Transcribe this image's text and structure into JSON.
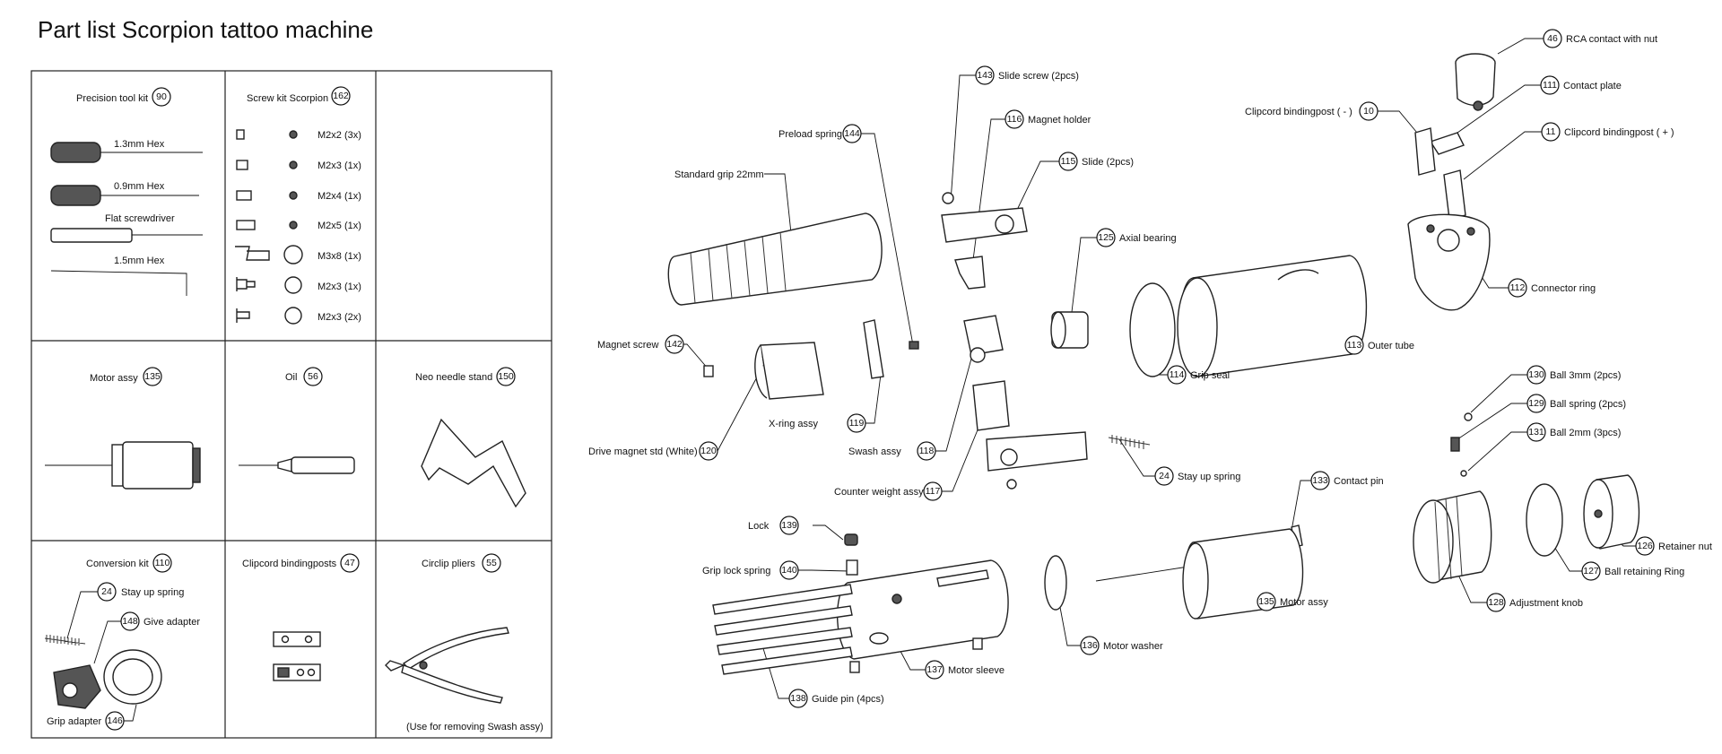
{
  "title": "Part list Scorpion tattoo machine",
  "kit_panels": {
    "precision_tool_kit": {
      "label": "Precision tool kit",
      "num": "90",
      "items": [
        "1.3mm Hex",
        "0.9mm Hex",
        "Flat screwdriver",
        "1.5mm Hex"
      ]
    },
    "screw_kit": {
      "label": "Screw kit Scorpion",
      "num": "162",
      "items": [
        "M2x2 (3x)",
        "M2x3 (1x)",
        "M2x4 (1x)",
        "M2x5 (1x)",
        "M3x8 (1x)",
        "M2x3 (1x)",
        "M2x3 (2x)"
      ]
    },
    "motor_assy": {
      "label": "Motor assy",
      "num": "135"
    },
    "oil": {
      "label": "Oil",
      "num": "56"
    },
    "neo_needle_stand": {
      "label": "Neo needle stand",
      "num": "150"
    },
    "conversion_kit": {
      "label": "Conversion kit",
      "num": "110",
      "items": [
        {
          "num": "24",
          "label": "Stay up spring"
        },
        {
          "num": "148",
          "label": "Give adapter"
        },
        {
          "num": "146",
          "label": "Grip adapter"
        }
      ]
    },
    "clipcord_bindingposts": {
      "label": "Clipcord bindingposts",
      "num": "47"
    },
    "circlip_pliers": {
      "label": "Circlip pliers",
      "num": "55",
      "note": "(Use for removing Swash assy)"
    }
  },
  "callouts": [
    {
      "id": "c143",
      "num": "143",
      "label": "Slide screw (2pcs)"
    },
    {
      "id": "c116",
      "num": "116",
      "label": "Magnet holder"
    },
    {
      "id": "c144",
      "num": "144",
      "label": "Preload spring"
    },
    {
      "id": "c115",
      "num": "115",
      "label": "Slide (2pcs)"
    },
    {
      "id": "cgrip",
      "num": "",
      "label": "Standard grip 22mm"
    },
    {
      "id": "c125",
      "num": "125",
      "label": "Axial bearing"
    },
    {
      "id": "c142",
      "num": "142",
      "label": "Magnet screw"
    },
    {
      "id": "c114",
      "num": "114",
      "label": "Grip seal"
    },
    {
      "id": "c113",
      "num": "113",
      "label": "Outer tube"
    },
    {
      "id": "c119",
      "num": "119",
      "label": "X-ring assy"
    },
    {
      "id": "c118",
      "num": "118",
      "label": "Swash assy"
    },
    {
      "id": "c120",
      "num": "120",
      "label": "Drive magnet std (White)"
    },
    {
      "id": "c117",
      "num": "117",
      "label": "Counter weight assy"
    },
    {
      "id": "c24",
      "num": "24",
      "label": "Stay up spring"
    },
    {
      "id": "c46",
      "num": "46",
      "label": "RCA contact with nut"
    },
    {
      "id": "c111",
      "num": "111",
      "label": "Contact plate"
    },
    {
      "id": "c10",
      "num": "10",
      "label": "Clipcord bindingpost ( - )"
    },
    {
      "id": "c11",
      "num": "11",
      "label": "Clipcord bindingpost ( + )"
    },
    {
      "id": "c112",
      "num": "112",
      "label": "Connector ring"
    },
    {
      "id": "c130",
      "num": "130",
      "label": "Ball 3mm (2pcs)"
    },
    {
      "id": "c129",
      "num": "129",
      "label": "Ball spring (2pcs)"
    },
    {
      "id": "c131",
      "num": "131",
      "label": "Ball 2mm (3pcs)"
    },
    {
      "id": "c133",
      "num": "133",
      "label": "Contact pin"
    },
    {
      "id": "c139",
      "num": "139",
      "label": "Lock"
    },
    {
      "id": "c140",
      "num": "140",
      "label": "Grip lock spring"
    },
    {
      "id": "c137",
      "num": "137",
      "label": "Motor sleeve"
    },
    {
      "id": "c138",
      "num": "138",
      "label": "Guide pin (4pcs)"
    },
    {
      "id": "c136",
      "num": "136",
      "label": "Motor washer"
    },
    {
      "id": "c135",
      "num": "135",
      "label": "Motor assy"
    },
    {
      "id": "c126",
      "num": "126",
      "label": "Retainer nut"
    },
    {
      "id": "c127",
      "num": "127",
      "label": "Ball retaining Ring"
    },
    {
      "id": "c128",
      "num": "128",
      "label": "Adjustment knob"
    }
  ]
}
